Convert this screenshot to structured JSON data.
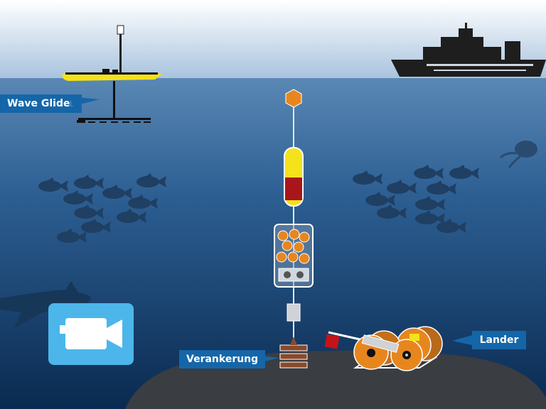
{
  "labels": {
    "wave_glider": "Wave Glider",
    "mooring": "Verankerung",
    "lander": "Lander"
  },
  "icons": {
    "camera": "video-camera-icon"
  },
  "colors": {
    "sky_top": "#ffffff",
    "sky_bottom": "#a9c3de",
    "sea_top": "#4f7fae",
    "sea_bottom": "#0a2a50",
    "seabed": "#3a3d42",
    "label_bg": "#1566a8",
    "glider_yellow": "#f4e21a",
    "orange": "#e8861e",
    "camera_tile": "#4cb6ea"
  }
}
